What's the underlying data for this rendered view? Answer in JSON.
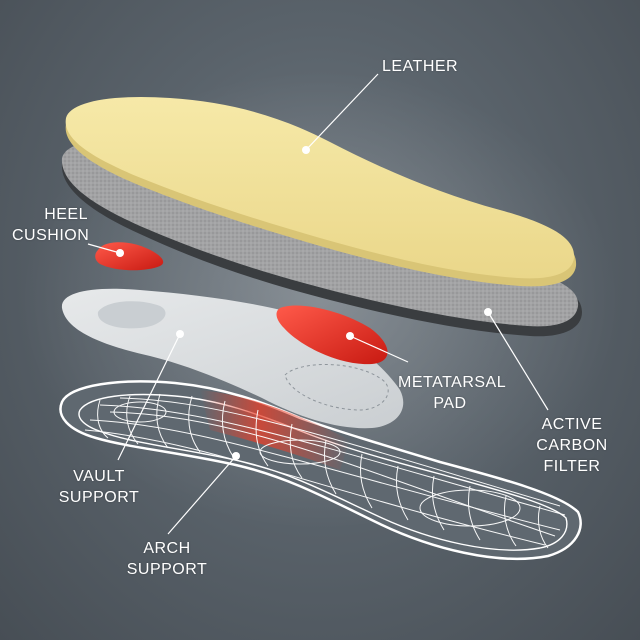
{
  "diagram": {
    "labels": {
      "leather": [
        "LEATHER"
      ],
      "heel_cushion": [
        "HEEL",
        "CUSHION"
      ],
      "metatarsal_pad": [
        "METATARSAL",
        "PAD"
      ],
      "active_carbon_filter": [
        "ACTIVE",
        "CARBON",
        "FILTER"
      ],
      "vault_support": [
        "VAULT",
        "SUPPORT"
      ],
      "arch_support": [
        "ARCH",
        "SUPPORT"
      ]
    },
    "colors": {
      "background": "#5a636b",
      "leather": "#f1e29c",
      "carbon_filter": "#9a9b9c",
      "cushion_pad": "#e02820",
      "vault_shell": "#dfe2e4",
      "arch_mesh": "#ffffff",
      "label_text": "#ffffff"
    }
  }
}
